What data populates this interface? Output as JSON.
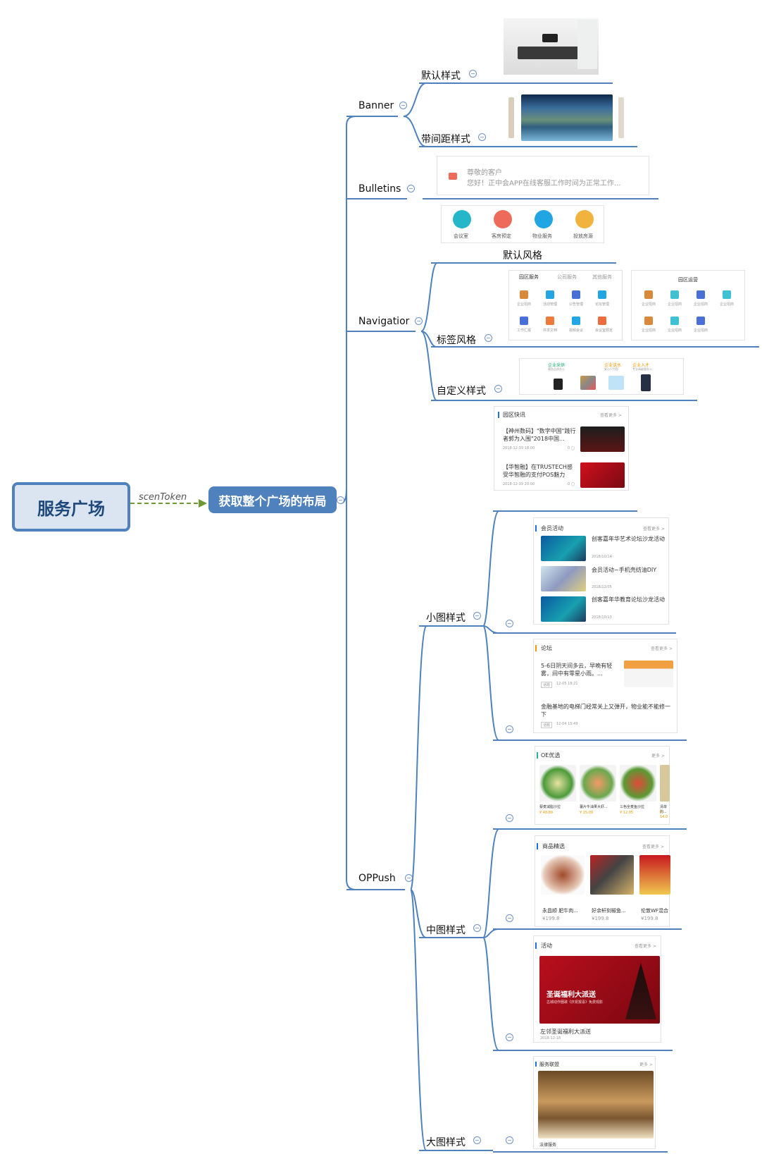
{
  "root": "服务广场",
  "edge_label": "scenToken",
  "main": "获取整个广场的布局",
  "collapse_glyph": "−",
  "topics": {
    "banner": "Banner",
    "banner_default": "默认样式",
    "banner_gap": "带间距样式",
    "bulletins": "Bulletins",
    "navigation": "Navigatior",
    "nav_default": "默认风格",
    "nav_tab": "标签风格",
    "nav_custom": "自定义样式",
    "oppush": "OPPush",
    "small": "小图样式",
    "medium": "中图样式",
    "large": "大图样式"
  },
  "bulletin": {
    "title": "尊敬的客户",
    "text": "您好！正中会APP在线客服工作时间为正常工作..."
  },
  "nav_default_items": [
    "会议室",
    "客房预定",
    "物业服务",
    "投放房源"
  ],
  "nav_tabs": {
    "tabs": [
      "园区服务",
      "公司服务",
      "其他服务"
    ],
    "items": [
      "企业招商",
      "活动管理",
      "公告管理",
      "论坛管理",
      "工作汇报",
      "共享文档",
      "视频会议",
      "会议室预定"
    ],
    "panel_title": "园区运营",
    "panel_items": [
      "企业招商",
      "企业招商",
      "企业招商",
      "企业招商",
      "企业招商",
      "企业招商",
      "企业招商"
    ]
  },
  "nav_custom": [
    {
      "title": "企业采供",
      "sub": "服务品质办公"
    },
    {
      "title": "企业送水",
      "sub": "安心只为您"
    },
    {
      "title": "企业入才",
      "sub": "专业高级版办公"
    }
  ],
  "news": {
    "title": "园区快讯",
    "more": "查看更多 >",
    "items": [
      {
        "text": "【神州数码】\"数字中国\"践行者郭为入围\"2018中国...",
        "date": "2018-12-19 18:00",
        "count": "0 ◯"
      },
      {
        "text": "【华智融】在TRUSTECH感受华智融的支付POS魅力",
        "date": "2018-12-19 20:00",
        "count": "0 ◯"
      }
    ]
  },
  "member": {
    "title": "会员活动",
    "more": "查看更多 >",
    "items": [
      {
        "text": "创客嘉年华艺术论坛沙龙活动",
        "date": "2018/10/14"
      },
      {
        "text": "会员活动~手机壳纺油DIY",
        "date": "2018/12/05"
      },
      {
        "text": "创客嘉年华教育论坛沙龙活动",
        "date": "2018/10/13"
      }
    ]
  },
  "forum": {
    "title": "论坛",
    "more": "查看更多 >",
    "items": [
      {
        "text": "5-6日阴天间多云，早晚有轻雾，间中有零星小雨。...",
        "tag": "话题",
        "time": "12-05 18:21"
      },
      {
        "text": "金融基地的电梯门经常关上又弹开，物业能不能修一下",
        "tag": "话题",
        "time": "12-04 15:49"
      }
    ]
  },
  "oe": {
    "title": "OE优选",
    "more": "更多 >",
    "items": [
      {
        "name": "藜麦减脂沙拉",
        "price": "¥ 48.89"
      },
      {
        "name": "薯片牛油果大虾...",
        "price": "¥ 25.09"
      },
      {
        "name": "三色全麦鱼沙拉",
        "price": "¥ 12.05"
      },
      {
        "name": "清单的...",
        "price": "¥ 14.0"
      }
    ]
  },
  "goods": {
    "title": "商品精选",
    "more": "查看更多 >",
    "items": [
      {
        "name": "永昌顺 肥牛肉...",
        "price": "¥199.8"
      },
      {
        "name": "好余轩刻椒鱼...",
        "price": "¥199.8"
      },
      {
        "name": "伦敦WF混合",
        "price": "¥199.8"
      }
    ]
  },
  "activity": {
    "title": "活动",
    "more": "查看更多 >",
    "banner_title": "圣诞福利大派送",
    "banner_sub": "古城动作圈歌《庆祝报喜》免费观影",
    "caption": "左邻圣诞福利大派送",
    "date": "2018-12-18"
  },
  "service": {
    "title": "服务联盟",
    "more": "更多 >",
    "caption": "法律服务"
  },
  "colors": {
    "wire": "#4f81bd",
    "dash": "#6e9a33",
    "root_fill": "#dbe5f1",
    "main_fill": "#4f81bd"
  }
}
